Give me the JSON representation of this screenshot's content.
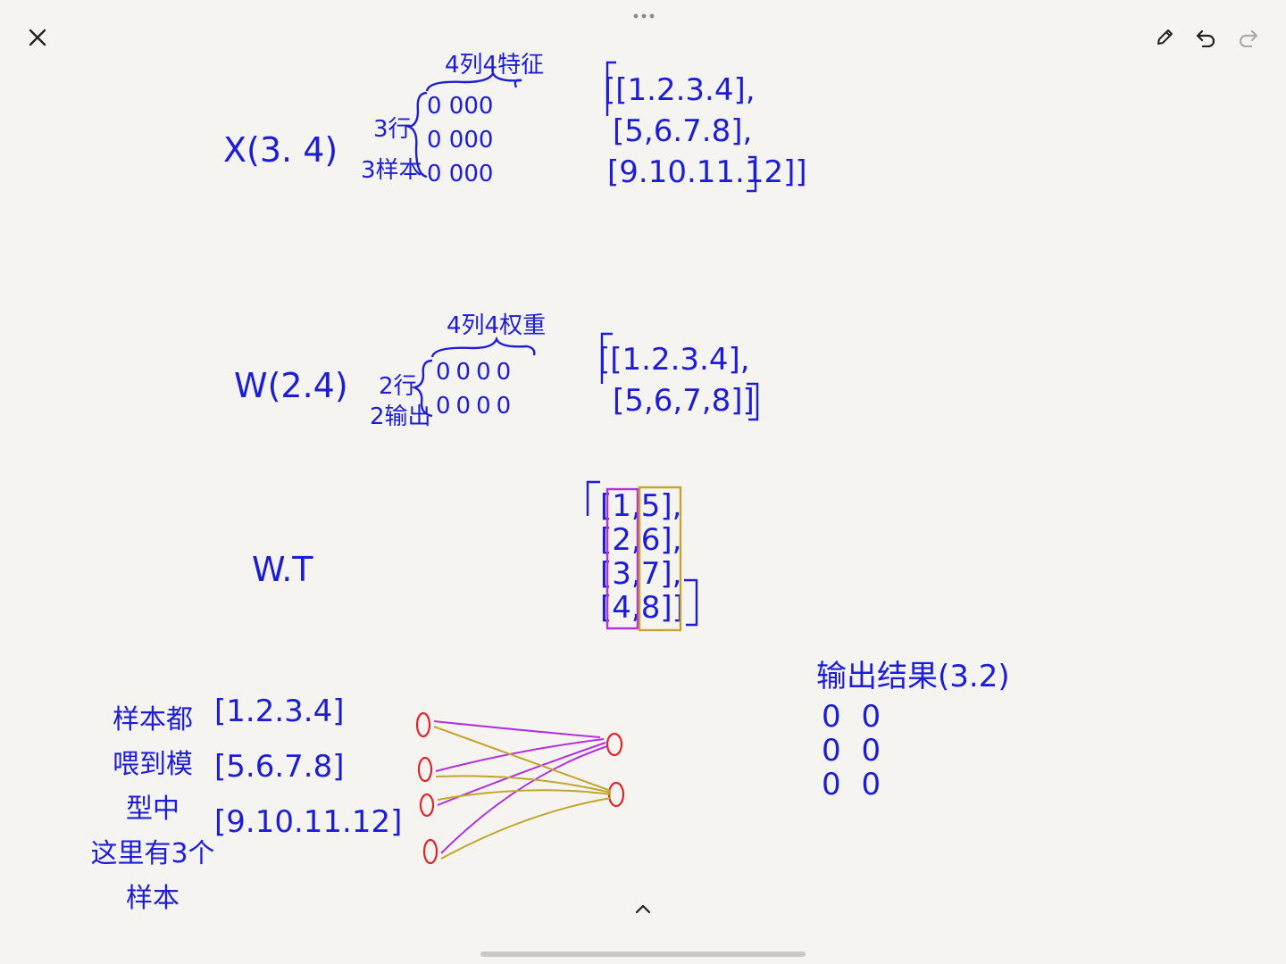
{
  "toolbar": {
    "close_icon": "close-icon",
    "pen_icon": "pencil-icon",
    "undo_icon": "undo-icon",
    "redo_icon": "redo-icon"
  },
  "colors": {
    "ink_blue": "#1d1dd6",
    "ink_magenta": "#b230e0",
    "ink_olive": "#c2a62c",
    "ink_red": "#e0262a"
  },
  "notes": {
    "x_label": "X(3. 4)",
    "x_brace_top": "4列4特征",
    "x_rows_label": "3行",
    "x_samples_label": "3样本",
    "x_grid_rows": [
      "0 000",
      "0 000",
      "0 000"
    ],
    "x_matrix_rows": [
      "[[1.2.3.4],",
      "[5,6.7.8],",
      "[9.10.11.12]]"
    ],
    "w_label": "W(2.4)",
    "w_brace_top": "4列4权重",
    "w_rows_label": "2行",
    "w_outputs_label": "2输出",
    "w_grid_rows": [
      "0000",
      "0000"
    ],
    "w_matrix_rows": [
      "[[1.2.3.4],",
      "[5,6,7,8]]"
    ],
    "wt_label": "W.T",
    "wt_matrix_rows": [
      "[1,5],",
      "[2,6],",
      "[3,7],",
      "[4,8]]"
    ],
    "side_text": [
      "样本都",
      "喂到模",
      "型中",
      "这里有3个",
      "样本"
    ],
    "samples": [
      "[1.2.3.4]",
      "[5.6.7.8]",
      "[9.10.11.12]"
    ],
    "output_title": "输出结果(3.2)",
    "output_grid": [
      "0 0",
      "0 0",
      "0 0"
    ],
    "expand_icon": "chevron-up-icon",
    "more_icon": "more-dots-icon"
  }
}
